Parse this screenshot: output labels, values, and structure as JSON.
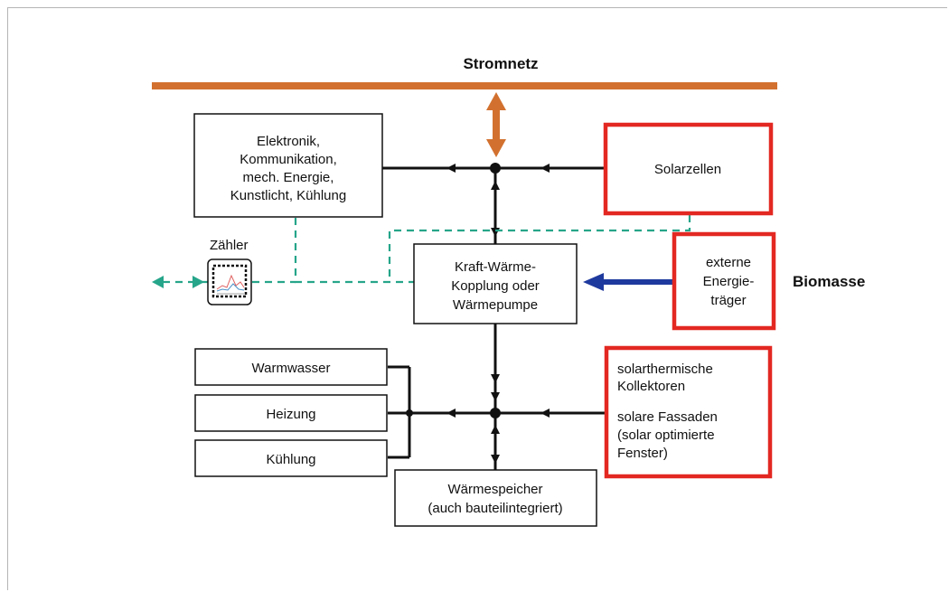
{
  "grid": {
    "label": "Stromnetz",
    "color": "#d2712f"
  },
  "boxes": {
    "electronics": [
      "Elektronik,",
      "Kommunikation,",
      "mech. Energie,",
      "Kunstlicht, Kühlung"
    ],
    "solar_cells": [
      "Solarzellen"
    ],
    "chp": [
      "Kraft-Wärme-",
      "Kopplung oder",
      "Wärmepumpe"
    ],
    "external": [
      "externe",
      "Energie-",
      "träger"
    ],
    "warmwater": [
      "Warmwasser"
    ],
    "heating": [
      "Heizung"
    ],
    "cooling": [
      "Kühlung"
    ],
    "solar_thermal": [
      "solarthermische",
      "Kollektoren",
      "solare Fassaden",
      "(solar optimierte",
      "Fenster)"
    ],
    "storage": [
      "Wärmespeicher",
      "(auch bauteilintegriert)"
    ]
  },
  "meter": {
    "label": "Zähler"
  },
  "biomass": {
    "label": "Biomasse"
  },
  "colors": {
    "renewable_border": "#e32822",
    "data_line": "#26a58a",
    "biomass_arrow": "#1f3a9e",
    "wire": "#111111"
  },
  "icons": [
    "meter-chart-icon",
    "arrow-head-icon"
  ]
}
